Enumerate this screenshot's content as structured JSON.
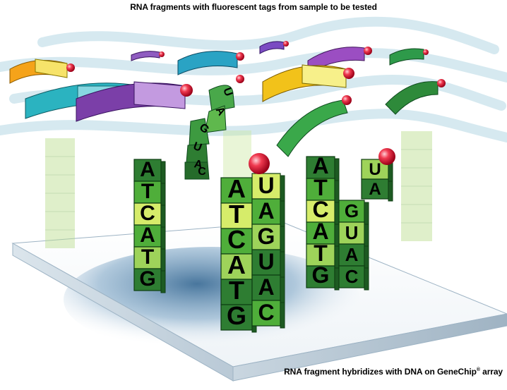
{
  "captions": {
    "top": "RNA fragments with fluorescent tags from sample to be tested",
    "bottom_main": "RNA fragment hybridizes with DNA on GeneChip",
    "bottom_mark": "®",
    "bottom_tail": " array"
  },
  "probes": {
    "left_column": [
      "A",
      "T",
      "C",
      "A",
      "T",
      "G"
    ],
    "middle_dna": [
      "A",
      "T",
      "C",
      "A",
      "T",
      "G"
    ],
    "middle_rna": [
      "U",
      "A",
      "G",
      "U",
      "A",
      "C"
    ],
    "right_dna": [
      "A",
      "T",
      "C",
      "A",
      "T",
      "G"
    ],
    "right_rna_bound": [
      "G",
      "U",
      "A",
      "C"
    ],
    "right_rna_curl": [
      "U",
      "A"
    ],
    "floating_rna": [
      "U",
      "A",
      "G",
      "U",
      "A",
      "C"
    ]
  },
  "colors": {
    "dark_green": "#2e7d32",
    "mid_green": "#4fae3a",
    "light_green": "#9ed35a",
    "yellow_green": "#d6ec6a",
    "tag_red": "#e0102a",
    "chip_shadow": "#4e7fa8"
  }
}
